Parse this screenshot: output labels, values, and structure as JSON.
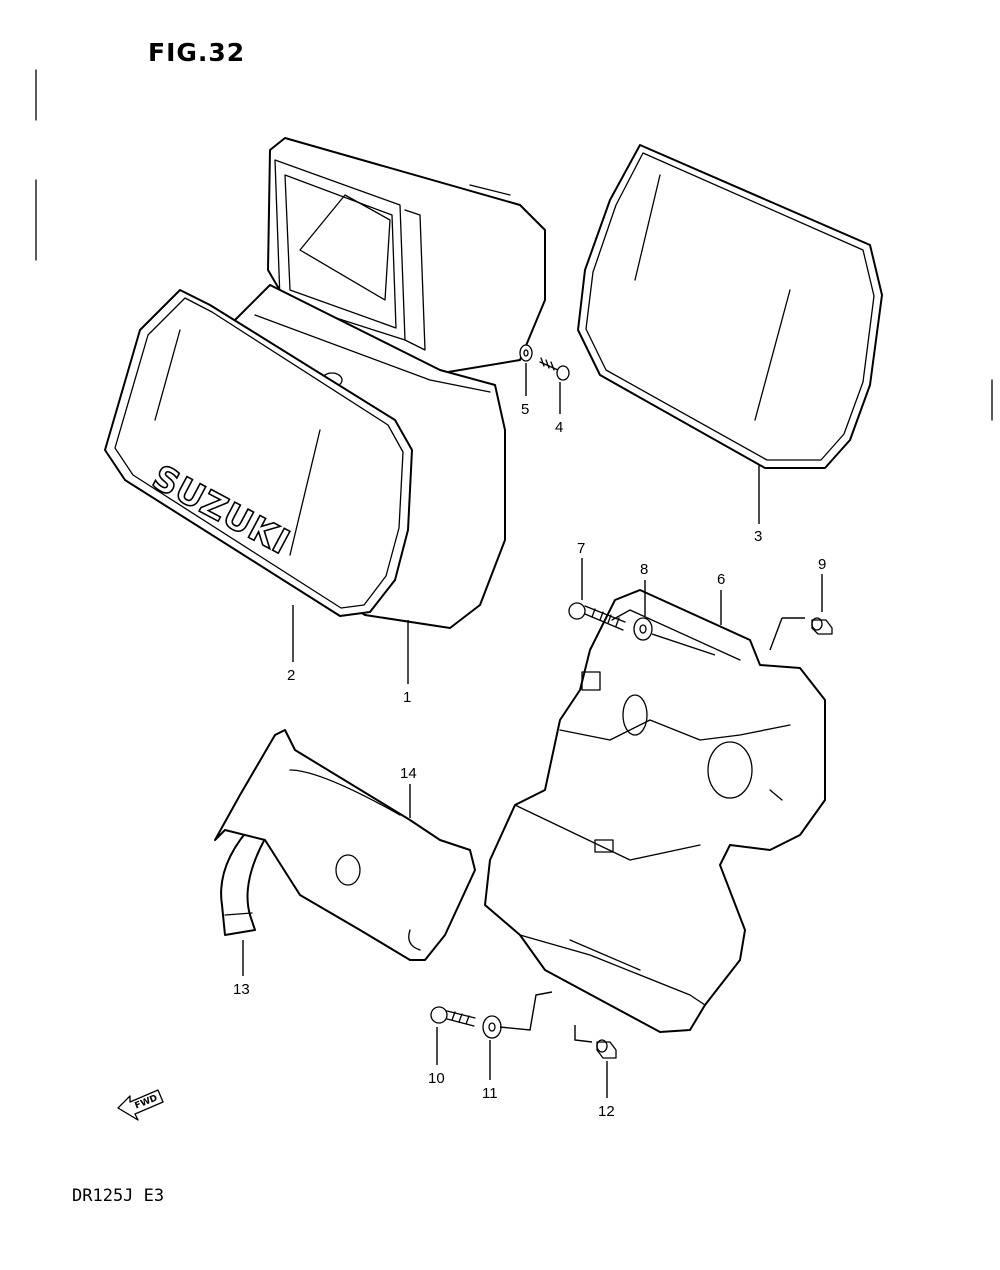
{
  "figure": {
    "title": "FIG.32",
    "model_code": "DR125J E3",
    "brand_logo": "SUZUKI",
    "fwd_marker": "FWD"
  },
  "parts": [
    {
      "id": "1",
      "label": "1"
    },
    {
      "id": "2",
      "label": "2"
    },
    {
      "id": "3",
      "label": "3"
    },
    {
      "id": "4",
      "label": "4"
    },
    {
      "id": "5",
      "label": "5"
    },
    {
      "id": "6",
      "label": "6"
    },
    {
      "id": "7",
      "label": "7"
    },
    {
      "id": "8",
      "label": "8"
    },
    {
      "id": "9",
      "label": "9"
    },
    {
      "id": "10",
      "label": "10"
    },
    {
      "id": "11",
      "label": "11"
    },
    {
      "id": "12",
      "label": "12"
    },
    {
      "id": "13",
      "label": "13"
    },
    {
      "id": "14",
      "label": "14"
    }
  ]
}
